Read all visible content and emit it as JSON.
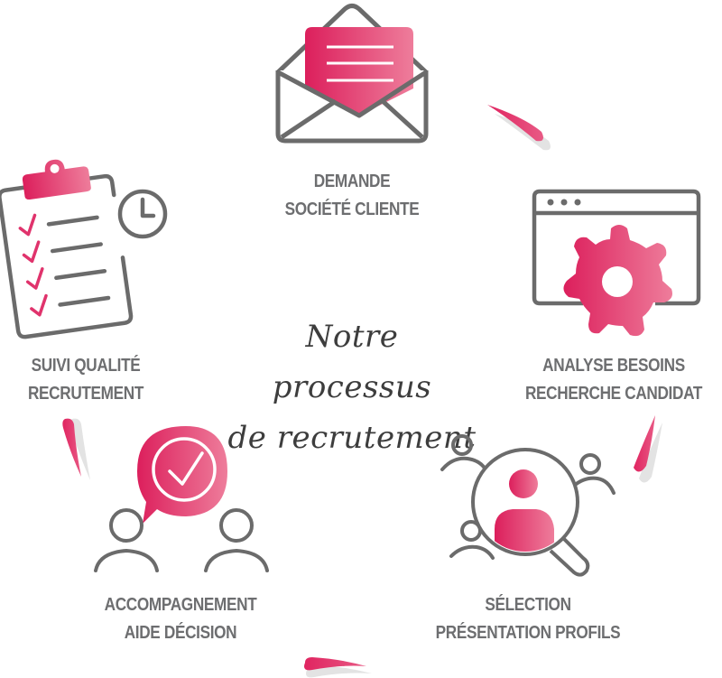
{
  "title": {
    "line1": "Notre processus",
    "line2": "de recrutement"
  },
  "colors": {
    "accent_start": "#dc1f5c",
    "accent_end": "#ee7d9b",
    "icon_stroke": "#6b6b6b",
    "label_text": "#6d6e70",
    "arrow_shadow": "#e3e3e3"
  },
  "steps": [
    {
      "id": "demande",
      "icon": "envelope-letter-icon",
      "line1": "DEMANDE",
      "line2": "SOCIÉTÉ CLIENTE"
    },
    {
      "id": "analyse",
      "icon": "browser-gear-icon",
      "line1": "ANALYSE BESOINS",
      "line2": "RECHERCHE CANDIDAT"
    },
    {
      "id": "selection",
      "icon": "magnifier-people-icon",
      "line1": "SÉLECTION",
      "line2": "PRÉSENTATION PROFILS"
    },
    {
      "id": "accompagnement",
      "icon": "speech-check-people-icon",
      "line1": "ACCOMPAGNEMENT",
      "line2": "AIDE DÉCISION"
    },
    {
      "id": "suivi",
      "icon": "clipboard-clock-icon",
      "line1": "SUIVI QUALITÉ",
      "line2": "RECRUTEMENT"
    }
  ]
}
